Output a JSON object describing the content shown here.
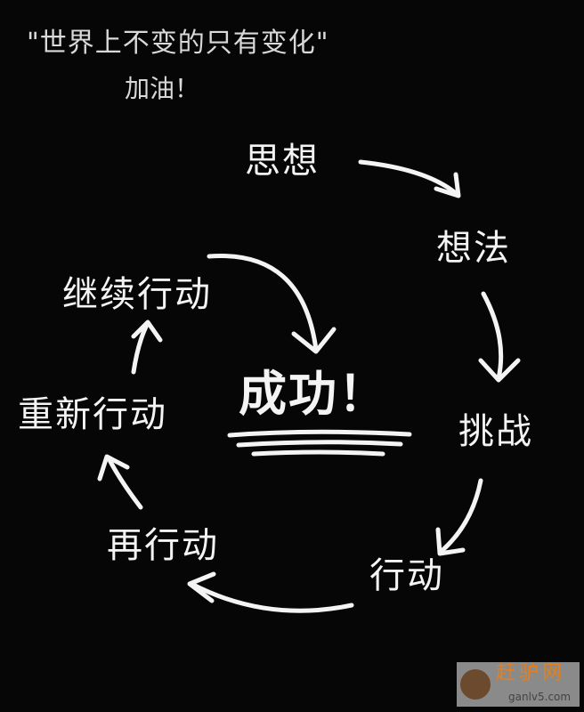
{
  "header": {
    "quote": "\"世界上不变的只有变化\"",
    "cheer": "加油！"
  },
  "cycle": {
    "nodes": [
      "思想",
      "想法",
      "挑战",
      "行动",
      "再行动",
      "重新行动",
      "继续行动"
    ],
    "center": "成功！"
  },
  "watermark": {
    "brand": "赶驴网",
    "url": "ganlv5.com"
  },
  "colors": {
    "background": "#060606",
    "chalk": "#f4f4f4"
  }
}
